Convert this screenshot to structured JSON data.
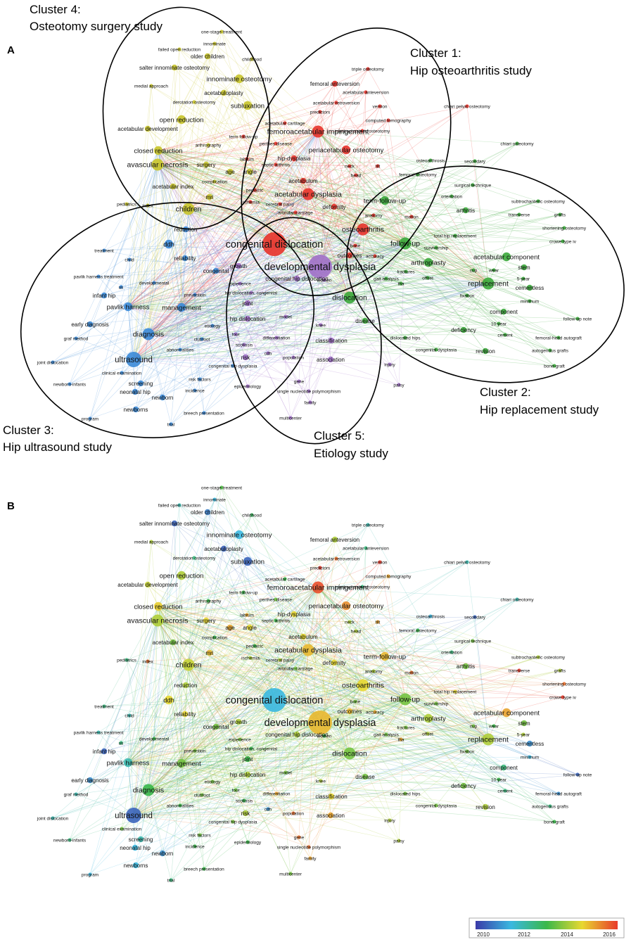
{
  "panels": [
    {
      "letter": "A",
      "clusters": [
        {
          "id": 1,
          "line1": "Cluster 1:",
          "line2": "Hip osteoarthritis study",
          "color": "#e8332a"
        },
        {
          "id": 2,
          "line1": "Cluster 2:",
          "line2": "Hip replacement study",
          "color": "#3aa83a"
        },
        {
          "id": 3,
          "line1": "Cluster 3:",
          "line2": "Hip ultrasound study",
          "color": "#3a8ad8"
        },
        {
          "id": 4,
          "line1": "Cluster 4:",
          "line2": "Osteotomy surgery study",
          "color": "#c8c42a"
        },
        {
          "id": 5,
          "line1": "Cluster 5:",
          "line2": "Etiology study",
          "color": "#a070c8"
        }
      ]
    },
    {
      "letter": "B",
      "colorbar": {
        "ticks": [
          "2010",
          "2012",
          "2014",
          "2016"
        ],
        "colors": [
          "#3a3aa8",
          "#3ab8e0",
          "#3ab84a",
          "#e8d830",
          "#e83a2a"
        ]
      }
    }
  ],
  "keywords": [
    {
      "label": "one-stage treatment",
      "cluster": 4,
      "year": 2013.2,
      "weight": 1
    },
    {
      "label": "innominate",
      "cluster": 4,
      "year": 2011.5,
      "weight": 1
    },
    {
      "label": "failed open reduction",
      "cluster": 4,
      "year": 2012.0,
      "weight": 1
    },
    {
      "label": "older children",
      "cluster": 4,
      "year": 2010.8,
      "weight": 2
    },
    {
      "label": "childhood",
      "cluster": 4,
      "year": 2012.8,
      "weight": 1
    },
    {
      "label": "salter innominate osteotomy",
      "cluster": 4,
      "year": 2010.5,
      "weight": 2
    },
    {
      "label": "innominate osteotomy",
      "cluster": 4,
      "year": 2011.5,
      "weight": 3
    },
    {
      "label": "medial approach",
      "cluster": 4,
      "year": 2014.0,
      "weight": 1
    },
    {
      "label": "acetabuloplasty",
      "cluster": 4,
      "year": 2010.5,
      "weight": 2
    },
    {
      "label": "derotation osteotomy",
      "cluster": 4,
      "year": 2012.5,
      "weight": 1
    },
    {
      "label": "subluxation",
      "cluster": 4,
      "year": 2010.5,
      "weight": 3
    },
    {
      "label": "open reduction",
      "cluster": 4,
      "year": 2014.0,
      "weight": 3
    },
    {
      "label": "acetabular development",
      "cluster": 4,
      "year": 2014.2,
      "weight": 2
    },
    {
      "label": "arthrography",
      "cluster": 4,
      "year": 2013.0,
      "weight": 1
    },
    {
      "label": "closed reduction",
      "cluster": 4,
      "year": 2014.6,
      "weight": 3
    },
    {
      "label": "avascular necrosis",
      "cluster": 4,
      "year": 2014.0,
      "weight": 4
    },
    {
      "label": "surgery",
      "cluster": 4,
      "year": 2014.5,
      "weight": 2
    },
    {
      "label": "age",
      "cluster": 4,
      "year": 2015.0,
      "weight": 2
    },
    {
      "label": "angle",
      "cluster": 4,
      "year": 2014.5,
      "weight": 2
    },
    {
      "label": "acetabular index",
      "cluster": 4,
      "year": 2013.5,
      "weight": 2
    },
    {
      "label": "complication",
      "cluster": 4,
      "year": 2013.0,
      "weight": 1
    },
    {
      "label": "mri",
      "cluster": 4,
      "year": 2014.8,
      "weight": 2
    },
    {
      "label": "index",
      "cluster": 4,
      "year": 2015.5,
      "weight": 1
    },
    {
      "label": "pediatrics",
      "cluster": 4,
      "year": 2012.5,
      "weight": 1
    },
    {
      "label": "children",
      "cluster": 4,
      "year": 2014.2,
      "weight": 4
    },
    {
      "label": "triple osteotomy",
      "cluster": 1,
      "year": 2012.0,
      "weight": 1
    },
    {
      "label": "femoral anteversion",
      "cluster": 1,
      "year": 2014.0,
      "weight": 2
    },
    {
      "label": "acetabular anteversion",
      "cluster": 1,
      "year": 2012.5,
      "weight": 1
    },
    {
      "label": "acetabular retroversion",
      "cluster": 1,
      "year": 2015.5,
      "weight": 1
    },
    {
      "label": "version",
      "cluster": 1,
      "year": 2016.0,
      "weight": 1
    },
    {
      "label": "predictors",
      "cluster": 1,
      "year": 2016.0,
      "weight": 1
    },
    {
      "label": "chiari pelvic osteotomy",
      "cluster": 1,
      "year": 2012.0,
      "weight": 1
    },
    {
      "label": "computed tomography",
      "cluster": 1,
      "year": 2015.0,
      "weight": 1
    },
    {
      "label": "acetabular cartilage",
      "cluster": 1,
      "year": 2013.0,
      "weight": 1
    },
    {
      "label": "femoroacetabular impingement",
      "cluster": 1,
      "year": 2015.8,
      "weight": 4
    },
    {
      "label": "intertrochanteric osteotomy",
      "cluster": 1,
      "year": 2012.5,
      "weight": 1
    },
    {
      "label": "term follow-up",
      "cluster": 1,
      "year": 2013.0,
      "weight": 1
    },
    {
      "label": "perthes disease",
      "cluster": 1,
      "year": 2013.5,
      "weight": 1
    },
    {
      "label": "periacetabular osteotomy",
      "cluster": 1,
      "year": 2015.2,
      "weight": 3
    },
    {
      "label": "hip-dysplasia",
      "cluster": 1,
      "year": 2014.5,
      "weight": 2
    },
    {
      "label": "septic arthritis",
      "cluster": 1,
      "year": 2013.0,
      "weight": 1
    },
    {
      "label": "labrum",
      "cluster": 1,
      "year": 2015.0,
      "weight": 1
    },
    {
      "label": "neck",
      "cluster": 1,
      "year": 2014.0,
      "weight": 1
    },
    {
      "label": "tilt",
      "cluster": 1,
      "year": 2015.0,
      "weight": 1
    },
    {
      "label": "head",
      "cluster": 1,
      "year": 2014.0,
      "weight": 1
    },
    {
      "label": "acetabulum",
      "cluster": 1,
      "year": 2014.5,
      "weight": 2
    },
    {
      "label": "acetabular dysplasia",
      "cluster": 1,
      "year": 2014.8,
      "weight": 4
    },
    {
      "label": "pediatric",
      "cluster": 1,
      "year": 2013.0,
      "weight": 1
    },
    {
      "label": "ischemia",
      "cluster": 1,
      "year": 2014.0,
      "weight": 1
    },
    {
      "label": "cerebral palsy",
      "cluster": 1,
      "year": 2014.0,
      "weight": 1
    },
    {
      "label": "deformity",
      "cluster": 1,
      "year": 2014.5,
      "weight": 2
    },
    {
      "label": "anatomy",
      "cluster": 1,
      "year": 2014.0,
      "weight": 1
    },
    {
      "label": "motion",
      "cluster": 1,
      "year": 2015.5,
      "weight": 1
    },
    {
      "label": "articular-cartilage",
      "cluster": 1,
      "year": 2013.5,
      "weight": 1
    },
    {
      "label": "osteoarthritis",
      "cluster": 1,
      "year": 2014.5,
      "weight": 4
    },
    {
      "label": "bone",
      "cluster": 1,
      "year": 2013.5,
      "weight": 1
    },
    {
      "label": "outcomes",
      "cluster": 1,
      "year": 2014.8,
      "weight": 2
    },
    {
      "label": "accuracy",
      "cluster": 1,
      "year": 2015.0,
      "weight": 1
    },
    {
      "label": "congenital dislocation",
      "cluster": 1,
      "year": 2011.5,
      "weight": 6
    },
    {
      "label": "chiari osteotomy",
      "cluster": 2,
      "year": 2012.0,
      "weight": 1
    },
    {
      "label": "osteoarthrosis",
      "cluster": 2,
      "year": 2011.5,
      "weight": 1
    },
    {
      "label": "secondary",
      "cluster": 2,
      "year": 2010.5,
      "weight": 1
    },
    {
      "label": "femoral osteotomy",
      "cluster": 2,
      "year": 2013.0,
      "weight": 1
    },
    {
      "label": "surgical technique",
      "cluster": 2,
      "year": 2013.5,
      "weight": 1
    },
    {
      "label": "orientation",
      "cluster": 2,
      "year": 2012.5,
      "weight": 1
    },
    {
      "label": "subtrochanteric osteotomy",
      "cluster": 2,
      "year": 2014.0,
      "weight": 1
    },
    {
      "label": "arthritis",
      "cluster": 2,
      "year": 2013.5,
      "weight": 2
    },
    {
      "label": "transverse",
      "cluster": 2,
      "year": 2016.0,
      "weight": 1
    },
    {
      "label": "grafts",
      "cluster": 2,
      "year": 2014.0,
      "weight": 1
    },
    {
      "label": "shortening osteotomy",
      "cluster": 2,
      "year": 2015.5,
      "weight": 1
    },
    {
      "label": "total hip replacement",
      "cluster": 2,
      "year": 2014.5,
      "weight": 1
    },
    {
      "label": "survivorship",
      "cluster": 2,
      "year": 2013.5,
      "weight": 1
    },
    {
      "label": "crowe type iv",
      "cluster": 2,
      "year": 2016.0,
      "weight": 1
    },
    {
      "label": "term-follow-up",
      "cluster": 2,
      "year": 2014.8,
      "weight": 3
    },
    {
      "label": "follow-up",
      "cluster": 2,
      "year": 2013.5,
      "weight": 4
    },
    {
      "label": "acetabular component",
      "cluster": 2,
      "year": 2015.0,
      "weight": 3
    },
    {
      "label": "arthroplasty",
      "cluster": 2,
      "year": 2014.0,
      "weight": 3
    },
    {
      "label": "cup",
      "cluster": 2,
      "year": 2013.5,
      "weight": 1
    },
    {
      "label": "wear",
      "cluster": 2,
      "year": 2013.0,
      "weight": 1
    },
    {
      "label": "stem",
      "cluster": 2,
      "year": 2013.5,
      "weight": 2
    },
    {
      "label": "5-year",
      "cluster": 2,
      "year": 2014.0,
      "weight": 1
    },
    {
      "label": "fractures",
      "cluster": 2,
      "year": 2013.5,
      "weight": 1
    },
    {
      "label": "offset",
      "cluster": 2,
      "year": 2014.0,
      "weight": 1
    },
    {
      "label": "gait analysis",
      "cluster": 2,
      "year": 2013.5,
      "weight": 1
    },
    {
      "label": "tha",
      "cluster": 2,
      "year": 2015.0,
      "weight": 1
    },
    {
      "label": "replacement",
      "cluster": 2,
      "year": 2014.0,
      "weight": 4
    },
    {
      "label": "fixation",
      "cluster": 2,
      "year": 2013.5,
      "weight": 1
    },
    {
      "label": "cementless",
      "cluster": 2,
      "year": 2011.0,
      "weight": 2
    },
    {
      "label": "minimum",
      "cluster": 2,
      "year": 2011.5,
      "weight": 1
    },
    {
      "label": "dislocation",
      "cluster": 2,
      "year": 2013.5,
      "weight": 4
    },
    {
      "label": "component",
      "cluster": 2,
      "year": 2012.5,
      "weight": 2
    },
    {
      "label": "follow-up note",
      "cluster": 2,
      "year": 2010.5,
      "weight": 1
    },
    {
      "label": "10-year",
      "cluster": 2,
      "year": 2013.0,
      "weight": 1
    },
    {
      "label": "disease",
      "cluster": 2,
      "year": 2013.5,
      "weight": 2
    },
    {
      "label": "deficiency",
      "cluster": 2,
      "year": 2013.5,
      "weight": 2
    },
    {
      "label": "cement",
      "cluster": 2,
      "year": 2012.5,
      "weight": 1
    },
    {
      "label": "femoral-head autograft",
      "cluster": 2,
      "year": 2011.0,
      "weight": 1
    },
    {
      "label": "dislocated hips",
      "cluster": 2,
      "year": 2013.5,
      "weight": 1
    },
    {
      "label": "revision",
      "cluster": 2,
      "year": 2014.0,
      "weight": 2
    },
    {
      "label": "autogenous grafts",
      "cluster": 2,
      "year": 2012.5,
      "weight": 1
    },
    {
      "label": "congenital dysplasia",
      "cluster": 2,
      "year": 2013.5,
      "weight": 1
    },
    {
      "label": "bone-graft",
      "cluster": 2,
      "year": 2013.0,
      "weight": 1
    },
    {
      "label": "treatment",
      "cluster": 3,
      "year": 2012.5,
      "weight": 1
    },
    {
      "label": "ddh",
      "cluster": 3,
      "year": 2014.5,
      "weight": 3
    },
    {
      "label": "reduction",
      "cluster": 3,
      "year": 2014.0,
      "weight": 2
    },
    {
      "label": "reliability",
      "cluster": 3,
      "year": 2014.5,
      "weight": 2
    },
    {
      "label": "child",
      "cluster": 3,
      "year": 2012.0,
      "weight": 1
    },
    {
      "label": "pavlik harness treatment",
      "cluster": 3,
      "year": 2012.0,
      "weight": 1
    },
    {
      "label": "us",
      "cluster": 3,
      "year": 2012.5,
      "weight": 1
    },
    {
      "label": "developmental",
      "cluster": 3,
      "year": 2013.0,
      "weight": 1
    },
    {
      "label": "congenital",
      "cluster": 3,
      "year": 2013.5,
      "weight": 2
    },
    {
      "label": "infant hip",
      "cluster": 3,
      "year": 2010.5,
      "weight": 2
    },
    {
      "label": "pavlik harness",
      "cluster": 3,
      "year": 2012.0,
      "weight": 3
    },
    {
      "label": "prevention",
      "cluster": 3,
      "year": 2013.5,
      "weight": 1
    },
    {
      "label": "management",
      "cluster": 3,
      "year": 2013.5,
      "weight": 3
    },
    {
      "label": "early diagnosis",
      "cluster": 3,
      "year": 2011.0,
      "weight": 2
    },
    {
      "label": "diagnosis",
      "cluster": 3,
      "year": 2013.0,
      "weight": 4
    },
    {
      "label": "etiology",
      "cluster": 3,
      "year": 2013.5,
      "weight": 1
    },
    {
      "label": "graf method",
      "cluster": 3,
      "year": 2012.0,
      "weight": 1
    },
    {
      "label": "clubfoot",
      "cluster": 3,
      "year": 2013.5,
      "weight": 1
    },
    {
      "label": "abnormalities",
      "cluster": 3,
      "year": 2013.0,
      "weight": 1
    },
    {
      "label": "ultrasound",
      "cluster": 3,
      "year": 2010.5,
      "weight": 5
    },
    {
      "label": "joint dislocation",
      "cluster": 3,
      "year": 2012.0,
      "weight": 1
    },
    {
      "label": "clinical examination",
      "cluster": 3,
      "year": 2013.5,
      "weight": 1
    },
    {
      "label": "congenital hip dysplasia",
      "cluster": 3,
      "year": 2013.5,
      "weight": 1
    },
    {
      "label": "screening",
      "cluster": 3,
      "year": 2012.0,
      "weight": 2
    },
    {
      "label": "newborn-infants",
      "cluster": 3,
      "year": 2012.5,
      "weight": 1
    },
    {
      "label": "neonatal hip",
      "cluster": 3,
      "year": 2011.5,
      "weight": 2
    },
    {
      "label": "newborn",
      "cluster": 3,
      "year": 2011.0,
      "weight": 2
    },
    {
      "label": "risk factors",
      "cluster": 3,
      "year": 2013.5,
      "weight": 1
    },
    {
      "label": "incidence",
      "cluster": 3,
      "year": 2013.0,
      "weight": 1
    },
    {
      "label": "newborns",
      "cluster": 3,
      "year": 2011.5,
      "weight": 2
    },
    {
      "label": "breech presentation",
      "cluster": 3,
      "year": 2013.0,
      "weight": 1
    },
    {
      "label": "program",
      "cluster": 3,
      "year": 2011.5,
      "weight": 1
    },
    {
      "label": "trial",
      "cluster": 3,
      "year": 2012.5,
      "weight": 1
    },
    {
      "label": "growth",
      "cluster": 5,
      "year": 2014.0,
      "weight": 2
    },
    {
      "label": "developmental dysplasia",
      "cluster": 5,
      "year": 2014.8,
      "weight": 6
    },
    {
      "label": "congenital hip dislocation",
      "cluster": 5,
      "year": 2014.0,
      "weight": 2
    },
    {
      "label": "women",
      "cluster": 5,
      "year": 2013.0,
      "weight": 1
    },
    {
      "label": "experience",
      "cluster": 5,
      "year": 2013.5,
      "weight": 1
    },
    {
      "label": "hip dislocation, congenital",
      "cluster": 5,
      "year": 2013.0,
      "weight": 1
    },
    {
      "label": "joint",
      "cluster": 5,
      "year": 2013.0,
      "weight": 2
    },
    {
      "label": "hip dislocation",
      "cluster": 5,
      "year": 2014.0,
      "weight": 2
    },
    {
      "label": "model",
      "cluster": 5,
      "year": 2013.5,
      "weight": 1
    },
    {
      "label": "knee",
      "cluster": 5,
      "year": 2014.0,
      "weight": 1
    },
    {
      "label": "foot",
      "cluster": 5,
      "year": 2013.5,
      "weight": 1
    },
    {
      "label": "scoliosis",
      "cluster": 5,
      "year": 2013.0,
      "weight": 1
    },
    {
      "label": "differentiation",
      "cluster": 5,
      "year": 2015.0,
      "weight": 1
    },
    {
      "label": "cdh",
      "cluster": 5,
      "year": 2011.0,
      "weight": 1
    },
    {
      "label": "classification",
      "cluster": 5,
      "year": 2014.5,
      "weight": 2
    },
    {
      "label": "risk",
      "cluster": 5,
      "year": 2014.0,
      "weight": 2
    },
    {
      "label": "population",
      "cluster": 5,
      "year": 2015.5,
      "weight": 1
    },
    {
      "label": "association",
      "cluster": 5,
      "year": 2015.0,
      "weight": 2
    },
    {
      "label": "epidemiology",
      "cluster": 5,
      "year": 2013.0,
      "weight": 1
    },
    {
      "label": "gene",
      "cluster": 5,
      "year": 2015.5,
      "weight": 1
    },
    {
      "label": "single nucleotide polymorphism",
      "cluster": 5,
      "year": 2015.5,
      "weight": 1
    },
    {
      "label": "family",
      "cluster": 5,
      "year": 2015.0,
      "weight": 1
    },
    {
      "label": "injury",
      "cluster": 5,
      "year": 2014.0,
      "weight": 1
    },
    {
      "label": "palsy",
      "cluster": 5,
      "year": 2014.0,
      "weight": 1
    },
    {
      "label": "multicenter",
      "cluster": 5,
      "year": 2013.5,
      "weight": 1
    }
  ]
}
